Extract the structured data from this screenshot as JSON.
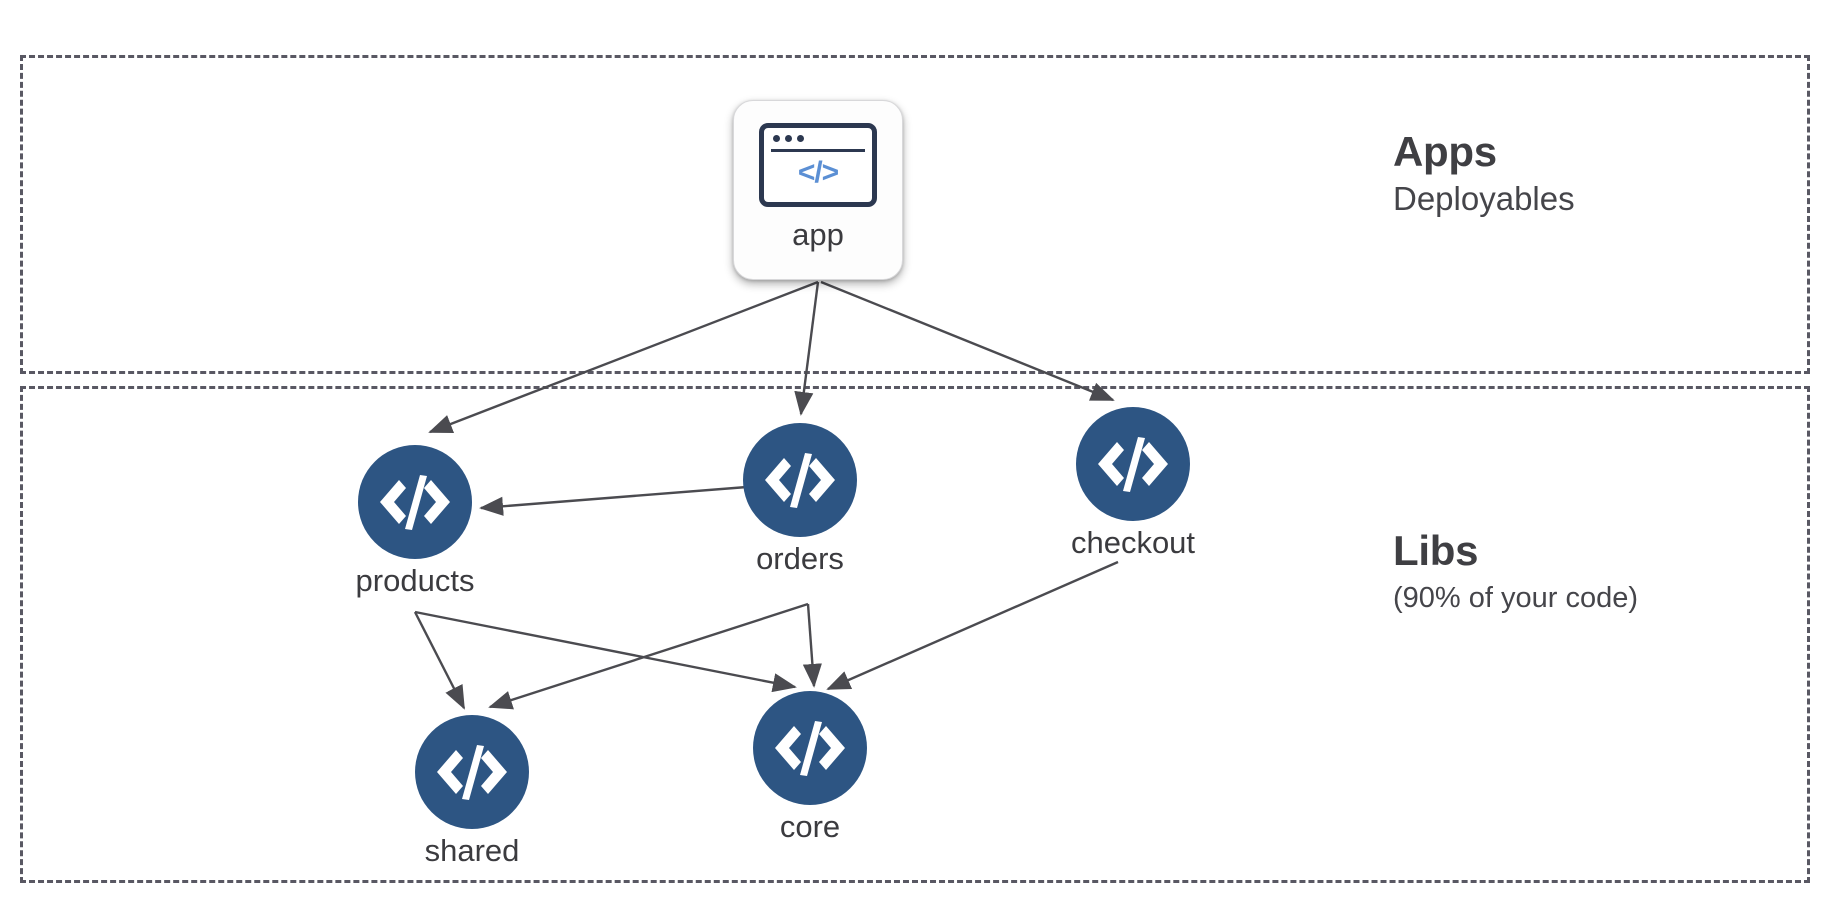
{
  "diagram": {
    "title": "Nx workspace apps and libs dependency graph",
    "background": "#ffffff",
    "node_circle_color": "#2d5583",
    "node_glyph_color": "#ffffff",
    "app_icon_border_color": "#2c3850",
    "app_icon_code_color": "#5b8fd4",
    "edge_color": "#4b4b50",
    "box_border_color": "#595863",
    "caption_color": "#3f3f43"
  },
  "sections": [
    {
      "id": "apps",
      "title": "Apps",
      "subtitle": "Deployables"
    },
    {
      "id": "libs",
      "title": "Libs",
      "subtitle": "(90% of your code)"
    }
  ],
  "nodes": {
    "app": {
      "label": "app",
      "type": "app",
      "icon": "browser-window-code-icon",
      "code_glyph": "</>"
    },
    "products": {
      "label": "products",
      "type": "lib",
      "icon": "code-brackets-icon"
    },
    "orders": {
      "label": "orders",
      "type": "lib",
      "icon": "code-brackets-icon"
    },
    "checkout": {
      "label": "checkout",
      "type": "lib",
      "icon": "code-brackets-icon"
    },
    "shared": {
      "label": "shared",
      "type": "lib",
      "icon": "code-brackets-icon"
    },
    "core": {
      "label": "core",
      "type": "lib",
      "icon": "code-brackets-icon"
    }
  },
  "edges": [
    {
      "from": "app",
      "to": "products"
    },
    {
      "from": "app",
      "to": "orders"
    },
    {
      "from": "app",
      "to": "checkout"
    },
    {
      "from": "orders",
      "to": "products"
    },
    {
      "from": "products",
      "to": "shared"
    },
    {
      "from": "products",
      "to": "core"
    },
    {
      "from": "orders",
      "to": "shared"
    },
    {
      "from": "orders",
      "to": "core"
    },
    {
      "from": "checkout",
      "to": "core"
    }
  ]
}
